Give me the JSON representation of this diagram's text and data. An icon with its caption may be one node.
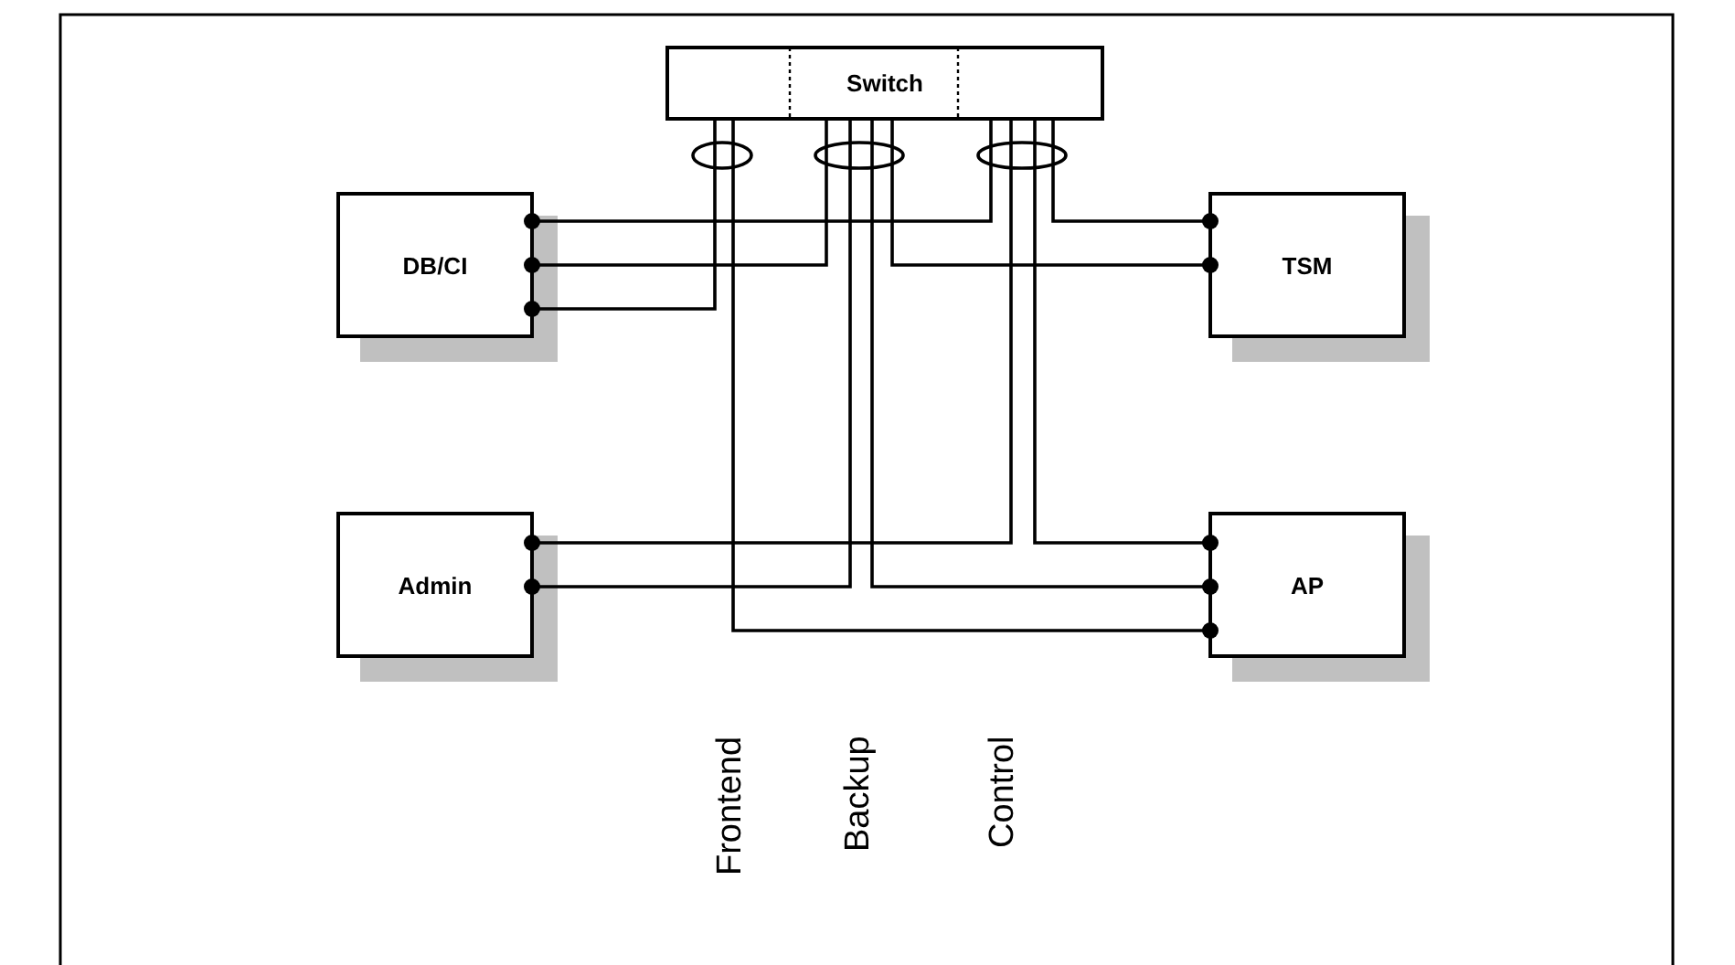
{
  "diagram": {
    "nodes": [
      {
        "text": [
          "Switch"
        ]
      },
      {
        "text": [
          "DB/CI"
        ]
      },
      {
        "text": [
          "TSM"
        ]
      },
      {
        "text": [
          "Admin"
        ]
      },
      {
        "text": [
          "AP"
        ]
      }
    ],
    "edges": [
      {
        "from": 1,
        "to": 0,
        "arrow": "other"
      },
      {
        "from": 1,
        "to": 0,
        "arrow": "other"
      },
      {
        "from": 1,
        "to": 0,
        "arrow": "other"
      },
      {
        "from": 2,
        "to": 0,
        "arrow": "other"
      },
      {
        "from": 2,
        "to": 0,
        "arrow": "other"
      },
      {
        "from": 3,
        "to": 0,
        "arrow": "other"
      },
      {
        "from": 3,
        "to": 0,
        "arrow": "other"
      },
      {
        "from": 4,
        "to": 0,
        "arrow": "other"
      },
      {
        "from": 4,
        "to": 0,
        "arrow": "other"
      },
      {
        "from": 4,
        "to": 0,
        "arrow": "other"
      }
    ],
    "labels": [
      "Frontend",
      "Backup",
      "Control"
    ]
  }
}
